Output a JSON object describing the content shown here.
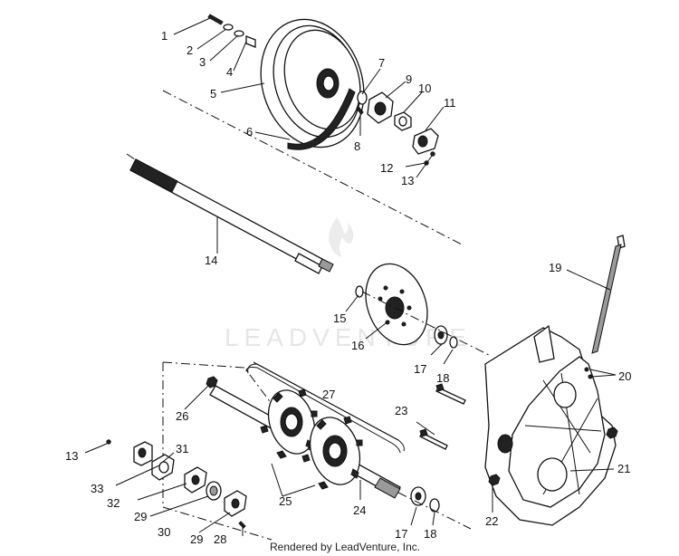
{
  "watermark": "LEADVENTURE",
  "credit": "Rendered by LeadVenture, Inc.",
  "callouts": [
    {
      "id": "1",
      "text": "1"
    },
    {
      "id": "2",
      "text": "2"
    },
    {
      "id": "3",
      "text": "3"
    },
    {
      "id": "4",
      "text": "4"
    },
    {
      "id": "5",
      "text": "5"
    },
    {
      "id": "6",
      "text": "6"
    },
    {
      "id": "7",
      "text": "7"
    },
    {
      "id": "8",
      "text": "8"
    },
    {
      "id": "9",
      "text": "9"
    },
    {
      "id": "10",
      "text": "10"
    },
    {
      "id": "11",
      "text": "11"
    },
    {
      "id": "12",
      "text": "12"
    },
    {
      "id": "13a",
      "text": "13"
    },
    {
      "id": "14",
      "text": "14"
    },
    {
      "id": "15",
      "text": "15"
    },
    {
      "id": "16",
      "text": "16"
    },
    {
      "id": "17a",
      "text": "17"
    },
    {
      "id": "18a",
      "text": "18"
    },
    {
      "id": "19",
      "text": "19"
    },
    {
      "id": "20",
      "text": "20"
    },
    {
      "id": "21",
      "text": "21"
    },
    {
      "id": "22",
      "text": "22"
    },
    {
      "id": "23",
      "text": "23"
    },
    {
      "id": "24",
      "text": "24"
    },
    {
      "id": "25",
      "text": "25"
    },
    {
      "id": "26",
      "text": "26"
    },
    {
      "id": "27",
      "text": "27"
    },
    {
      "id": "28",
      "text": "28"
    },
    {
      "id": "29a",
      "text": "29"
    },
    {
      "id": "29b",
      "text": "29"
    },
    {
      "id": "30",
      "text": "30"
    },
    {
      "id": "31",
      "text": "31"
    },
    {
      "id": "32",
      "text": "32"
    },
    {
      "id": "33",
      "text": "33"
    },
    {
      "id": "13b",
      "text": "13"
    },
    {
      "id": "17b",
      "text": "17"
    },
    {
      "id": "18b",
      "text": "18"
    }
  ]
}
